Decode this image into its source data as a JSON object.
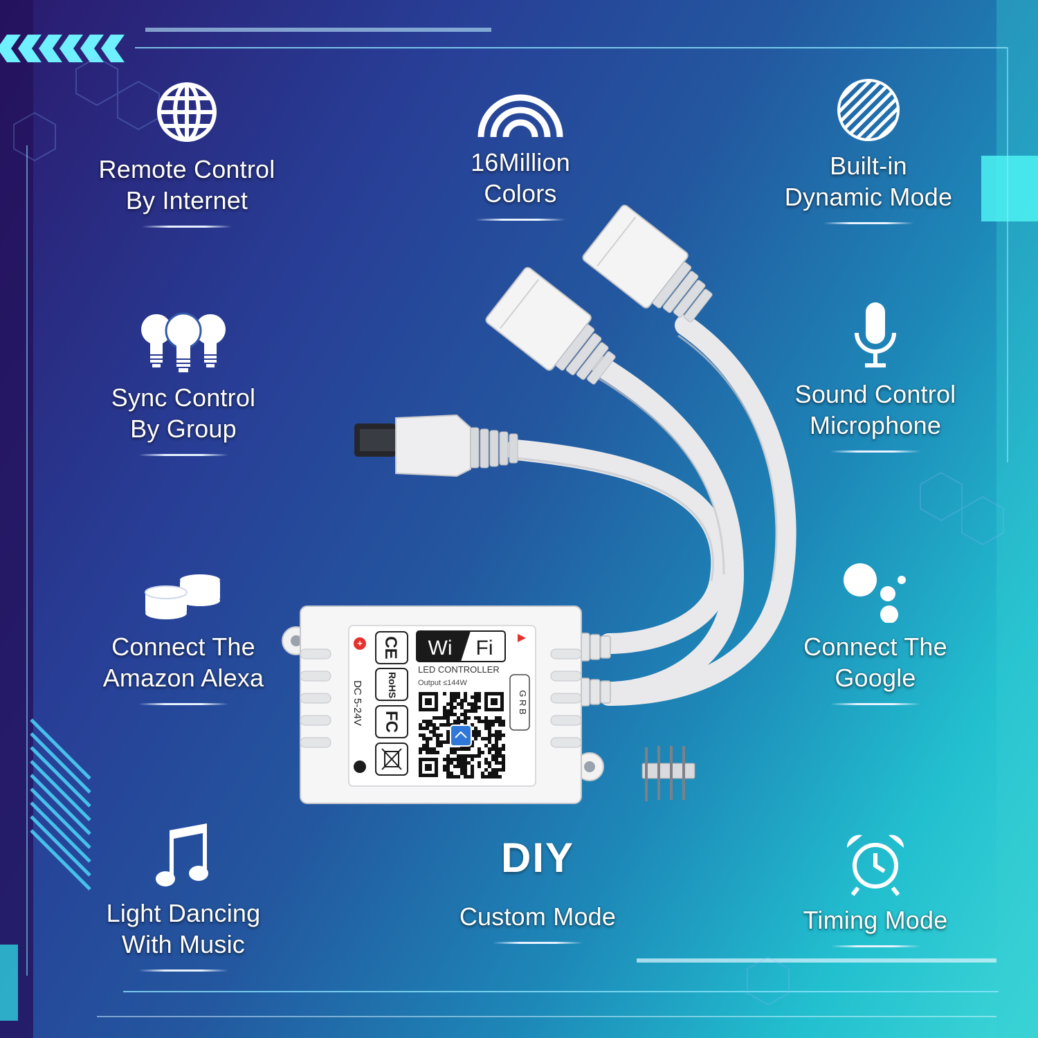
{
  "features": [
    {
      "id": "remote",
      "lines": [
        "Remote Control",
        "By Internet"
      ]
    },
    {
      "id": "colors",
      "lines": [
        "16Million",
        "Colors"
      ]
    },
    {
      "id": "dynamic",
      "lines": [
        "Built-in",
        "Dynamic Mode"
      ]
    },
    {
      "id": "sync",
      "lines": [
        "Sync Control",
        "By Group"
      ]
    },
    {
      "id": "sound",
      "lines": [
        "Sound Control",
        "Microphone"
      ]
    },
    {
      "id": "alexa",
      "lines": [
        "Connect The",
        "Amazon Alexa"
      ]
    },
    {
      "id": "google",
      "lines": [
        "Connect The",
        "Google"
      ]
    },
    {
      "id": "music",
      "lines": [
        "Light Dancing",
        "With Music"
      ]
    },
    {
      "id": "diy",
      "icon_text": "DIY",
      "lines": [
        "Custom Mode"
      ]
    },
    {
      "id": "timing",
      "lines": [
        "Timing Mode"
      ]
    }
  ],
  "controller": {
    "wifi_left": "Wi",
    "wifi_right": "Fi",
    "model": "LED CONTROLLER",
    "output": "Output ≤144W",
    "voltage": "DC 5-24V",
    "pins": "G R B",
    "cert_ce": "CE",
    "cert_rohs": "RoHS",
    "cert_fc": "FC"
  },
  "icons": {
    "remote": "globe-icon",
    "colors": "rainbow-icon",
    "dynamic": "striped-circle-icon",
    "sync": "bulbs-icon",
    "sound": "microphone-icon",
    "alexa": "echo-dot-icon",
    "google": "google-assistant-icon",
    "music": "music-note-icon",
    "timing": "alarm-clock-icon"
  },
  "colors": {
    "bg_left": "#2a1a6e",
    "bg_mid": "#23579f",
    "bg_right": "#3dd6d6",
    "text": "#ffffff"
  }
}
